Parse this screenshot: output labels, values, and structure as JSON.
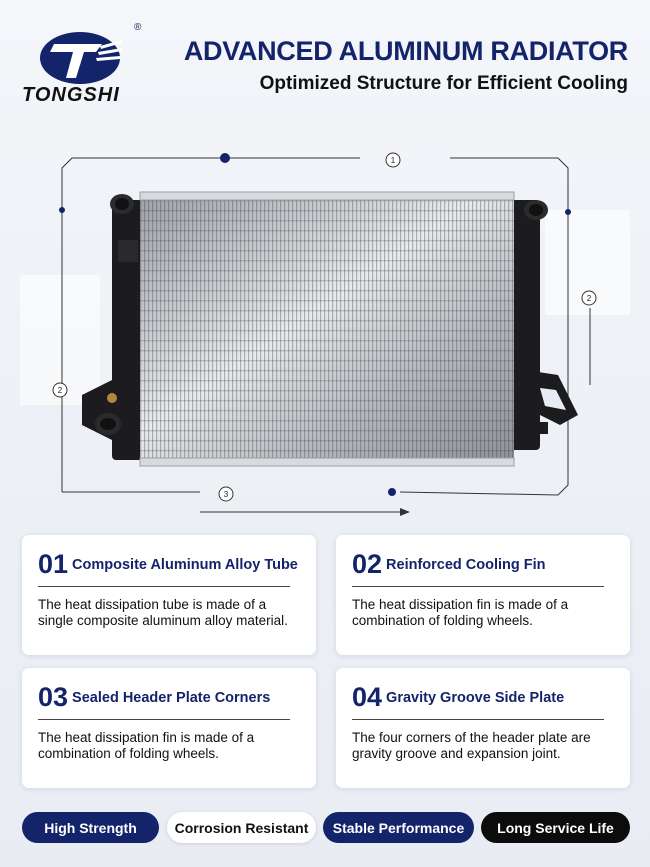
{
  "brand": {
    "name": "TONGSHI",
    "registered": "®"
  },
  "header": {
    "title": "ADVANCED ALUMINUM RADIATOR",
    "subtitle": "Optimized Structure for Efficient Cooling"
  },
  "callouts": [
    "1",
    "2",
    "2",
    "3"
  ],
  "features": [
    {
      "num": "01",
      "title": "Composite Aluminum Alloy Tube",
      "desc": "The heat dissipation tube is made of a single composite aluminum alloy material."
    },
    {
      "num": "02",
      "title": "Reinforced Cooling Fin",
      "desc": "The heat dissipation fin is made of a combination of folding wheels."
    },
    {
      "num": "03",
      "title": "Sealed Header Plate Corners",
      "desc": "The heat dissipation fin is made of a combination of folding wheels."
    },
    {
      "num": "04",
      "title": "Gravity Groove Side Plate",
      "desc": "The four corners of the header plate are gravity groove and expansion joint."
    }
  ],
  "badges": [
    "High Strength",
    "Corrosion Resistant",
    "Stable Performance",
    "Long Service Life"
  ],
  "colors": {
    "navy": "#14246a",
    "black": "#0c0c0c",
    "white": "#ffffff"
  }
}
